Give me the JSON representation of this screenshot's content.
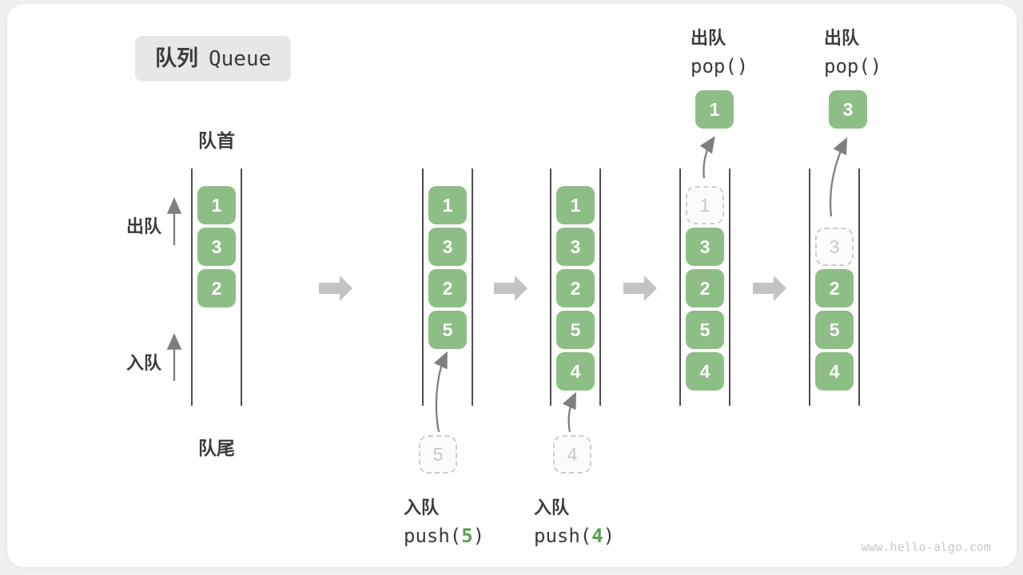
{
  "title": {
    "zh": "队列",
    "en": "Queue"
  },
  "labels": {
    "front": "队首",
    "rear": "队尾",
    "dequeue": "出队",
    "enqueue": "入队"
  },
  "watermark": "www.hello-algo.com",
  "colors": {
    "box_green": "#8dbe85",
    "accent_green": "#59a050",
    "text_dark": "#3b3b3b",
    "thin_arrow_gray": "#7f7f7f",
    "flow_arrow_gray": "#c3c3c3",
    "dashed_gray": "#cbcbcb",
    "wall_gray": "#4d4d4d"
  },
  "states": [
    {
      "slots": [
        {
          "row": 0,
          "value": "1"
        },
        {
          "row": 1,
          "value": "3"
        },
        {
          "row": 2,
          "value": "2"
        }
      ]
    },
    {
      "slots": [
        {
          "row": 0,
          "value": "1"
        },
        {
          "row": 1,
          "value": "3"
        },
        {
          "row": 2,
          "value": "2"
        },
        {
          "row": 3,
          "value": "5"
        }
      ],
      "pending": {
        "value": "5"
      },
      "op": {
        "label": "入队",
        "code_pre": "push(",
        "code_arg": "5",
        "code_post": ")",
        "position": "below"
      }
    },
    {
      "slots": [
        {
          "row": 0,
          "value": "1"
        },
        {
          "row": 1,
          "value": "3"
        },
        {
          "row": 2,
          "value": "2"
        },
        {
          "row": 3,
          "value": "5"
        },
        {
          "row": 4,
          "value": "4"
        }
      ],
      "pending": {
        "value": "4"
      },
      "op": {
        "label": "入队",
        "code_pre": "push(",
        "code_arg": "4",
        "code_post": ")",
        "position": "below"
      }
    },
    {
      "slots": [
        {
          "row": 0,
          "value": "1",
          "dashed": true
        },
        {
          "row": 1,
          "value": "3"
        },
        {
          "row": 2,
          "value": "2"
        },
        {
          "row": 3,
          "value": "5"
        },
        {
          "row": 4,
          "value": "4"
        }
      ],
      "popped": {
        "value": "1"
      },
      "op": {
        "label": "出队",
        "code_pre": "pop()",
        "code_arg": "",
        "code_post": "",
        "position": "above"
      }
    },
    {
      "slots": [
        {
          "row": 1,
          "value": "3",
          "dashed": true
        },
        {
          "row": 2,
          "value": "2"
        },
        {
          "row": 3,
          "value": "5"
        },
        {
          "row": 4,
          "value": "4"
        }
      ],
      "popped": {
        "value": "3"
      },
      "op": {
        "label": "出队",
        "code_pre": "pop()",
        "code_arg": "",
        "code_post": "",
        "position": "above"
      }
    }
  ]
}
